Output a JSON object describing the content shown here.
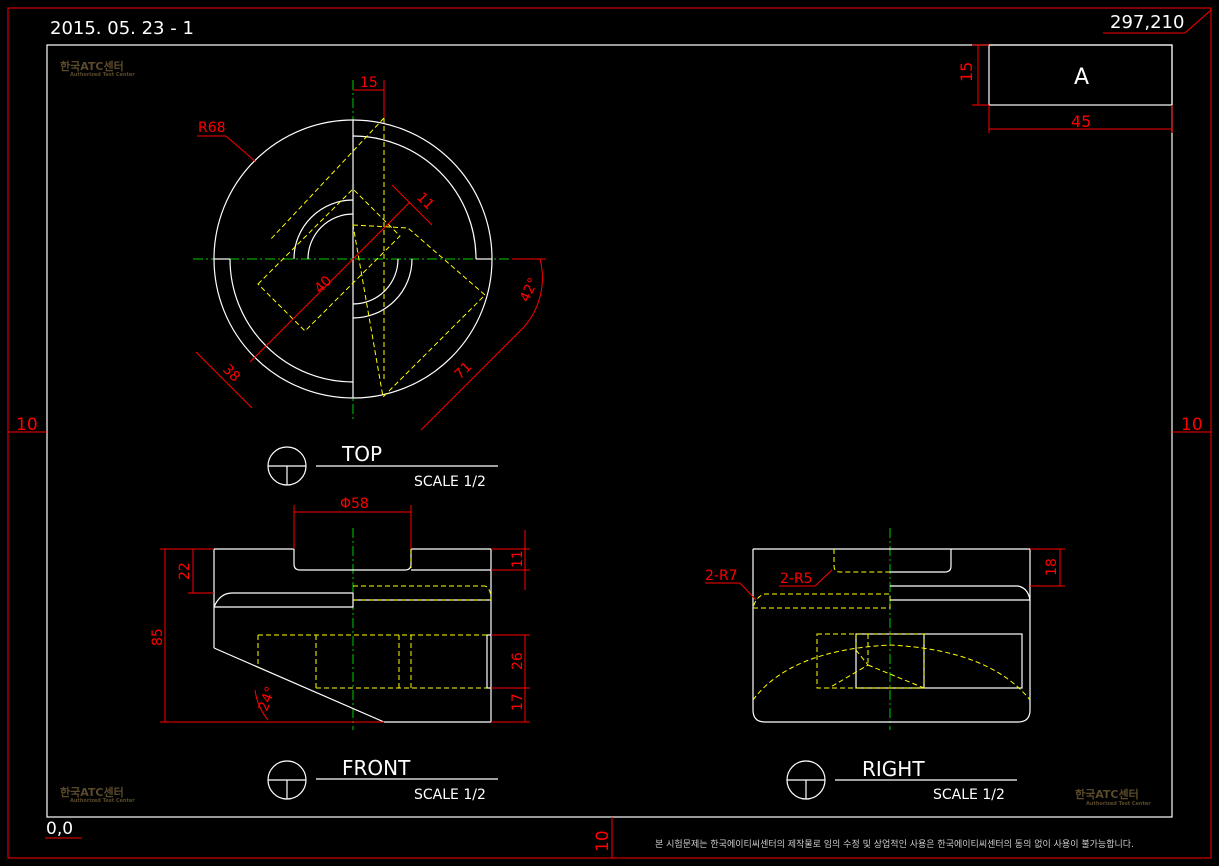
{
  "header": {
    "date": "2015. 05. 23 - 1",
    "size": "297,210",
    "origin": "0,0"
  },
  "title_block": {
    "label": "A",
    "height_dim": "15",
    "width_dim": "45"
  },
  "margins": {
    "left": "10",
    "right": "10",
    "bottom": "10"
  },
  "logo": {
    "name": "한국ATC센터",
    "sub": "Authorized Test Center"
  },
  "footer": {
    "notice": "본 시험문제는 한국에이티씨센터의 제작물로 임의 수정 및 상업적인 사용은 한국에이티씨센터의 동의 없이 사용이 불가능합니다."
  },
  "views": {
    "top": {
      "title": "TOP",
      "scale": "SCALE 1/2"
    },
    "front": {
      "title": "FRONT",
      "scale": "SCALE 1/2"
    },
    "right": {
      "title": "RIGHT",
      "scale": "SCALE 1/2"
    }
  },
  "dims": {
    "top": {
      "width15": "15",
      "radius": "R68",
      "d11": "11",
      "d40": "40",
      "d38": "38",
      "d71": "71",
      "angle": "42°"
    },
    "front": {
      "dia": "Φ58",
      "d22": "22",
      "d11": "11",
      "d85": "85",
      "d26": "26",
      "d17": "17",
      "angle": "24°"
    },
    "right": {
      "r7": "2-R7",
      "r5": "2-R5",
      "d18": "18"
    }
  }
}
